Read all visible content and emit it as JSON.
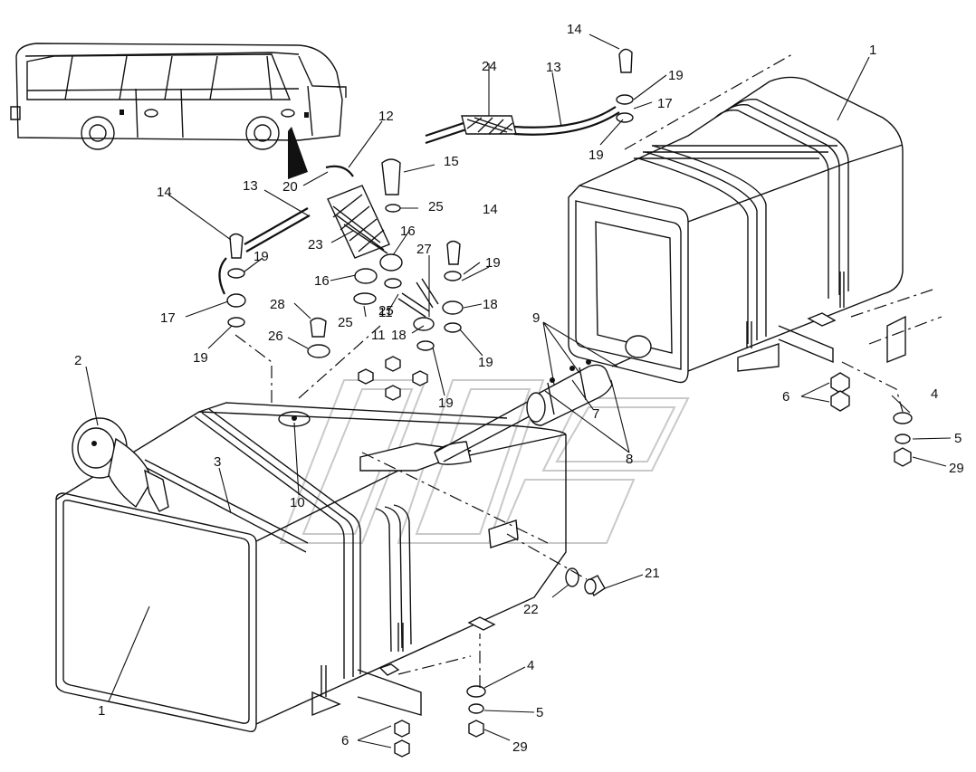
{
  "diagram": {
    "callouts": [
      "1",
      "2",
      "3",
      "4",
      "5",
      "6",
      "7",
      "8",
      "9",
      "10",
      "11",
      "12",
      "13",
      "14",
      "15",
      "16",
      "17",
      "18",
      "19",
      "20",
      "21",
      "22",
      "23",
      "24",
      "25",
      "26",
      "27",
      "28",
      "29"
    ]
  },
  "labels": {
    "n1a": "1",
    "n1b": "1",
    "n2": "2",
    "n3": "3",
    "n4a": "4",
    "n4b": "4",
    "n5a": "5",
    "n5b": "5",
    "n6a": "6",
    "n6b": "6",
    "n7": "7",
    "n8": "8",
    "n9": "9",
    "n10": "10",
    "n11a": "11",
    "n11b": "11",
    "n12": "12",
    "n13a": "13",
    "n13b": "13",
    "n14a": "14",
    "n14b": "14",
    "n14c": "14",
    "n15": "15",
    "n16a": "16",
    "n16b": "16",
    "n17a": "17",
    "n17b": "17",
    "n18a": "18",
    "n18b": "18",
    "n19a": "19",
    "n19b": "19",
    "n19c": "19",
    "n19d": "19",
    "n19e": "19",
    "n19f": "19",
    "n20": "20",
    "n21": "21",
    "n22": "22",
    "n23": "23",
    "n24": "24",
    "n25a": "25",
    "n25b": "25",
    "n25c": "25",
    "n26": "26",
    "n27": "27",
    "n28": "28",
    "n29a": "29",
    "n29b": "29"
  }
}
